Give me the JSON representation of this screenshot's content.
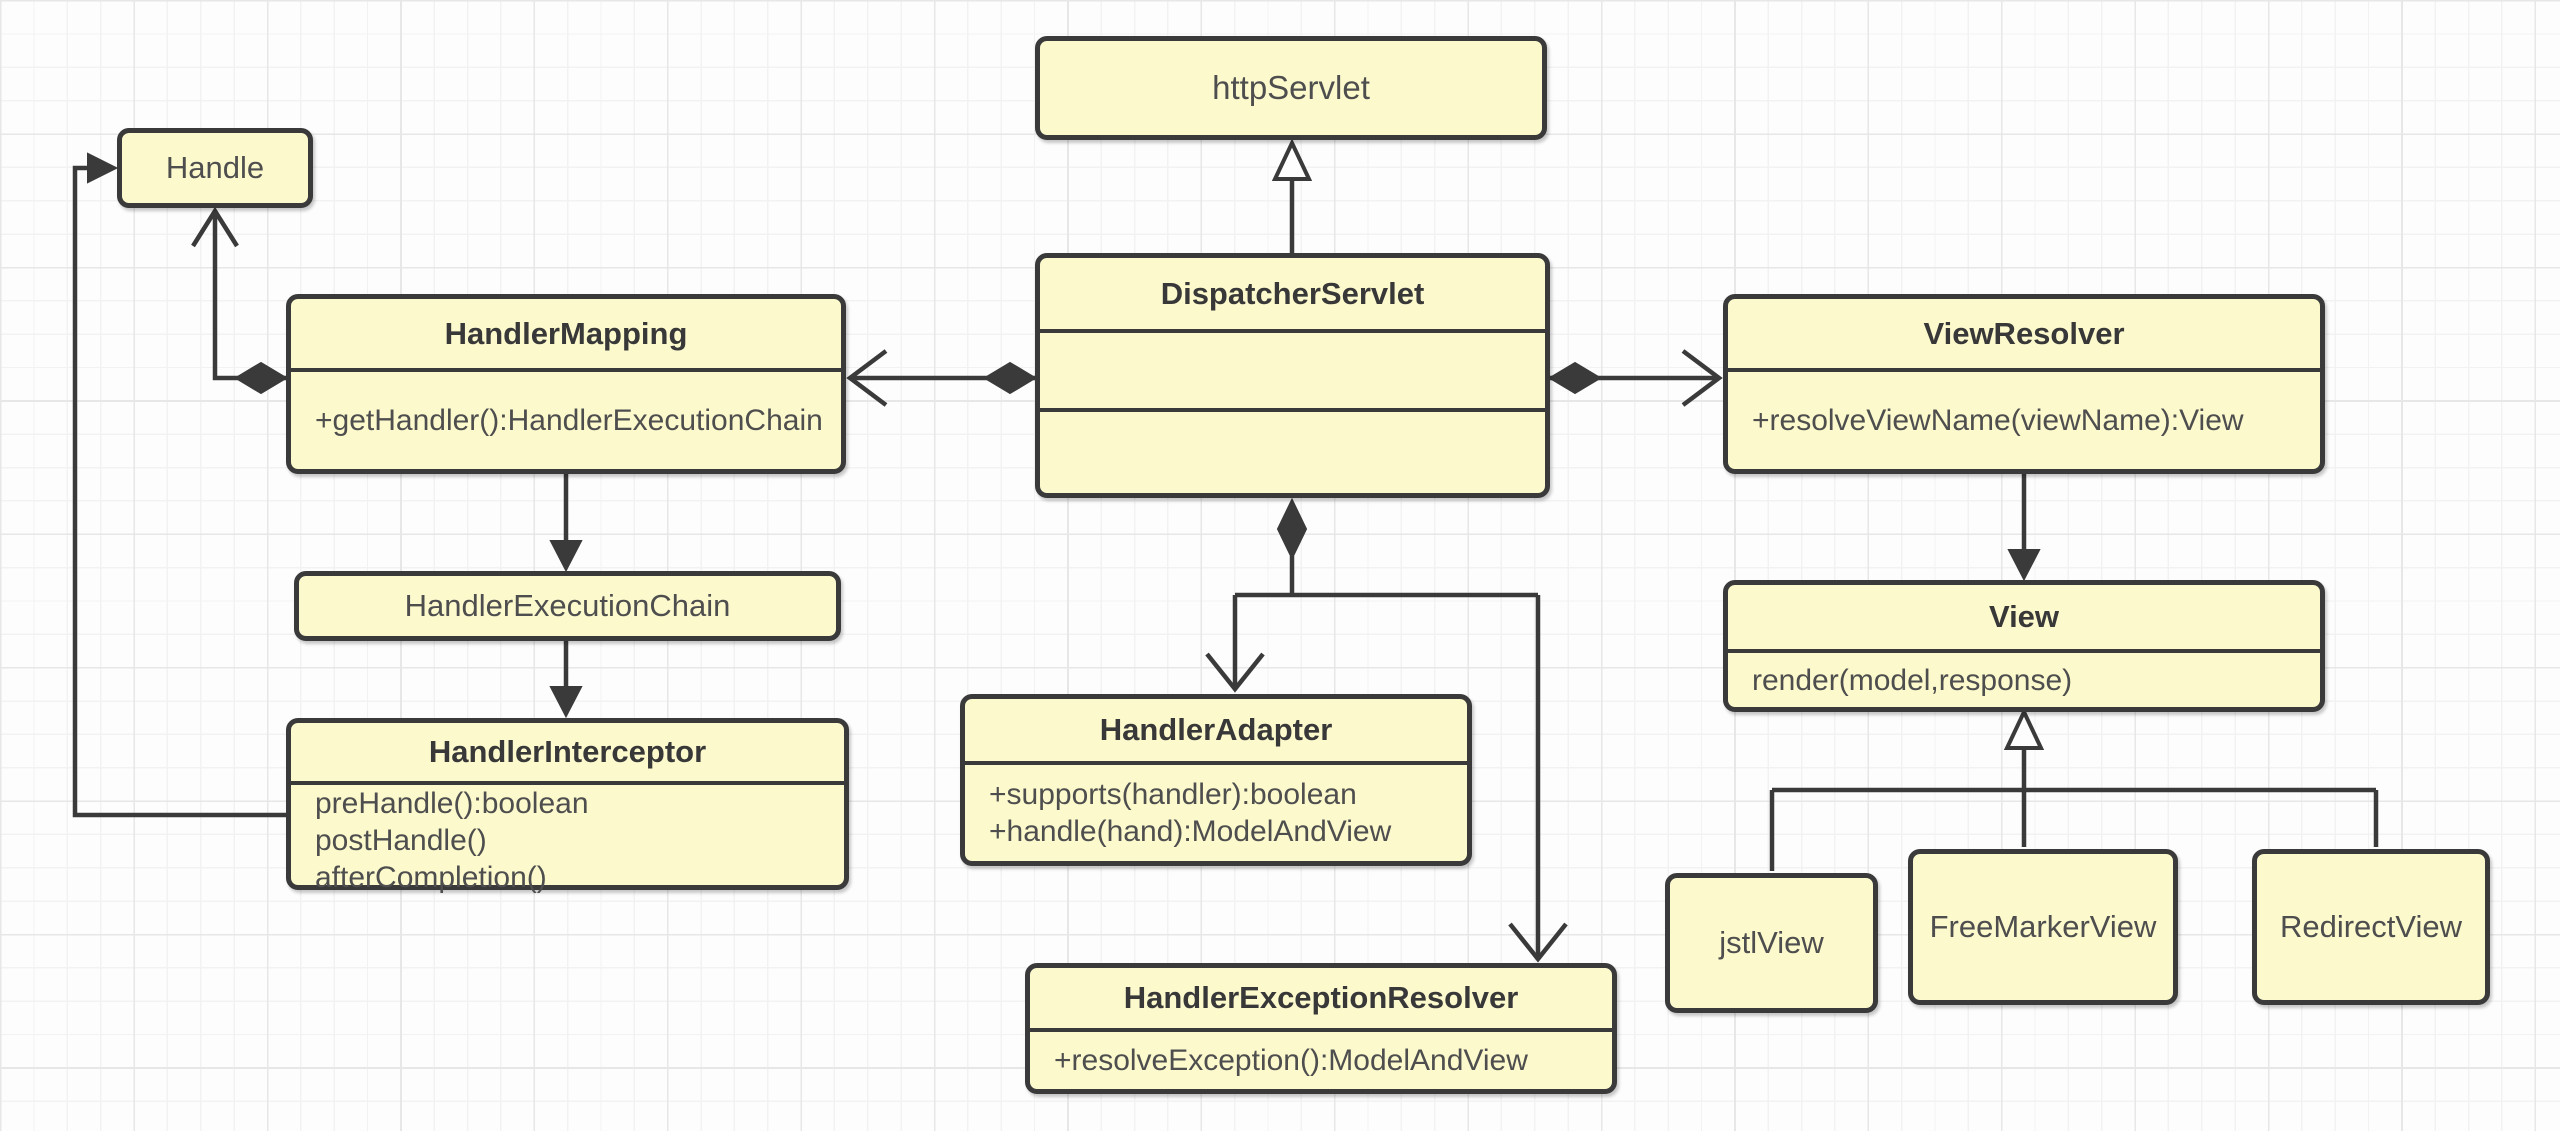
{
  "diagram": {
    "kind": "uml-class-diagram",
    "topic": "Spring MVC DispatcherServlet components"
  },
  "colors": {
    "box_fill": "#fcf9cd",
    "box_border": "#3a3a3a",
    "line": "#3a3a3a",
    "grid_minor": "#f2f2f2",
    "grid_major": "#e7e7e7",
    "background": "#fdfdfd",
    "title_text": "#383838",
    "method_text": "#4e4e4e"
  },
  "nodes": {
    "handle": {
      "title": "Handle"
    },
    "http_servlet": {
      "title": "httpServlet"
    },
    "dispatcher_servlet": {
      "title": "DispatcherServlet"
    },
    "handler_mapping": {
      "title": "HandlerMapping",
      "methods": [
        "+getHandler():HandlerExecutionChain"
      ]
    },
    "handler_execution_chain": {
      "title": "HandlerExecutionChain"
    },
    "handler_interceptor": {
      "title": "HandlerInterceptor",
      "methods": [
        "preHandle():boolean",
        "postHandle()",
        "afterCompletion()"
      ]
    },
    "handler_adapter": {
      "title": "HandlerAdapter",
      "methods": [
        "+supports(handler):boolean",
        "+handle(hand):ModelAndView"
      ]
    },
    "handler_exception_resolver": {
      "title": "HandlerExceptionResolver",
      "methods": [
        "+resolveException():ModelAndView"
      ]
    },
    "view_resolver": {
      "title": "ViewResolver",
      "methods": [
        "+resolveViewName(viewName):View"
      ]
    },
    "view": {
      "title": "View",
      "methods": [
        "render(model,response)"
      ]
    },
    "jstl_view": {
      "title": "jstlView"
    },
    "free_marker_view": {
      "title": "FreeMarkerView"
    },
    "redirect_view": {
      "title": "RedirectView"
    }
  },
  "edges": [
    {
      "from": "dispatcher_servlet",
      "to": "http_servlet",
      "type": "generalization"
    },
    {
      "from": "dispatcher_servlet",
      "to": "handler_mapping",
      "type": "aggregation-with-open-arrow"
    },
    {
      "from": "dispatcher_servlet",
      "to": "view_resolver",
      "type": "aggregation-with-open-arrow"
    },
    {
      "from": "dispatcher_servlet",
      "to": "handler_adapter",
      "type": "composition-with-open-arrow"
    },
    {
      "from": "dispatcher_servlet",
      "to": "handler_exception_resolver",
      "type": "composition-with-open-arrow"
    },
    {
      "from": "handler_mapping",
      "to": "handler_execution_chain",
      "type": "directed-association"
    },
    {
      "from": "handler_execution_chain",
      "to": "handler_interceptor",
      "type": "directed-association"
    },
    {
      "from": "handler_mapping",
      "to": "handle",
      "type": "aggregation-with-open-arrow"
    },
    {
      "from": "handler_interceptor",
      "to": "handle",
      "type": "directed-association"
    },
    {
      "from": "view_resolver",
      "to": "view",
      "type": "directed-association"
    },
    {
      "from": "jstl_view",
      "to": "view",
      "type": "generalization"
    },
    {
      "from": "free_marker_view",
      "to": "view",
      "type": "generalization"
    },
    {
      "from": "redirect_view",
      "to": "view",
      "type": "generalization"
    }
  ]
}
